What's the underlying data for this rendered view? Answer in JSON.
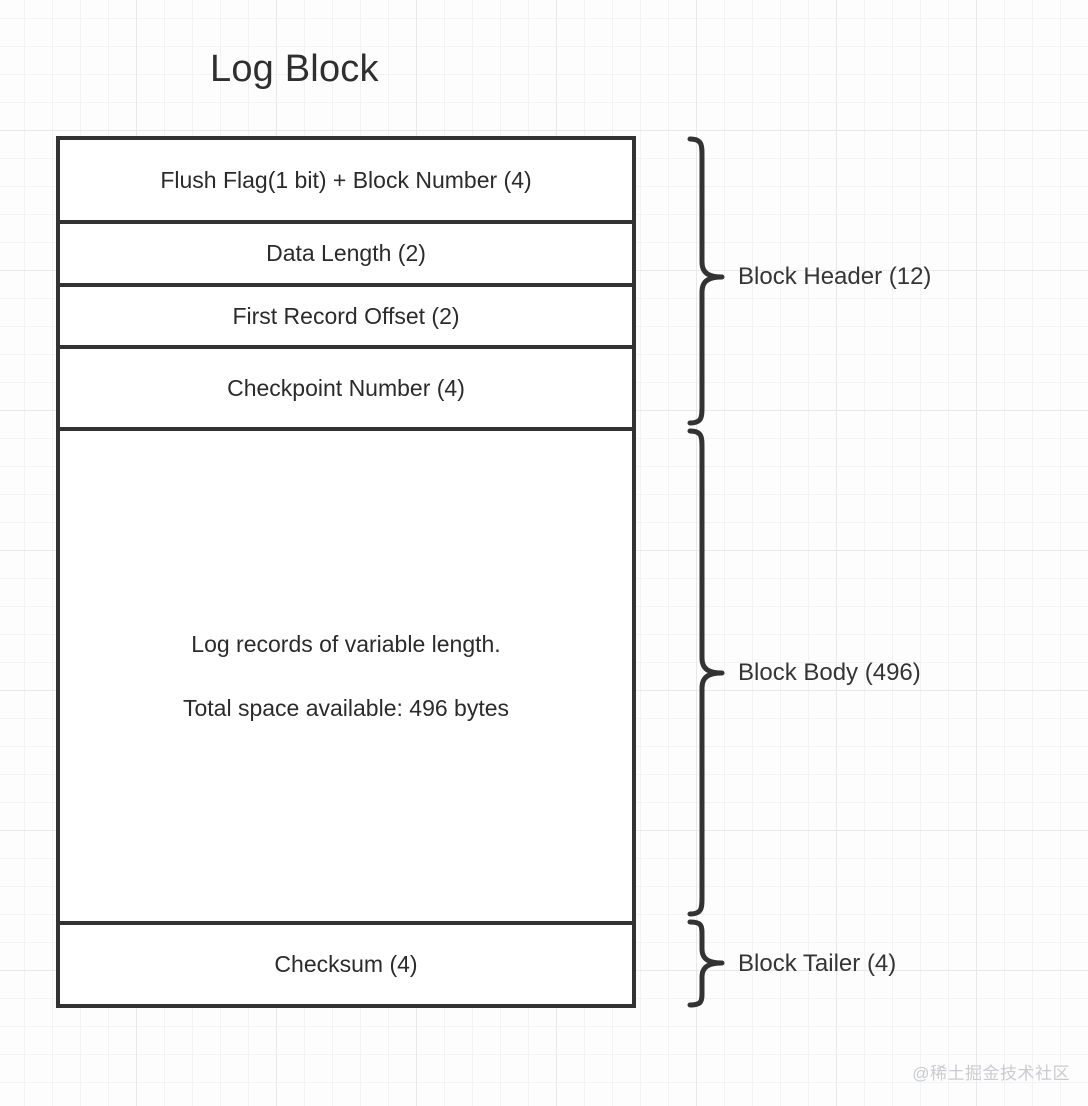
{
  "title": "Log Block",
  "block": {
    "rows": [
      {
        "id": "flush-flag",
        "label": "Flush Flag(1 bit) + Block Number (4)"
      },
      {
        "id": "data-length",
        "label": "Data Length (2)"
      },
      {
        "id": "first-record",
        "label": "First Record Offset (2)"
      },
      {
        "id": "checkpoint",
        "label": "Checkpoint Number (4)"
      },
      {
        "id": "checksum",
        "label": "Checksum (4)"
      }
    ],
    "body": {
      "line1": "Log records of variable length.",
      "line2": "Total space available: 496 bytes"
    }
  },
  "annotations": [
    {
      "id": "block-header",
      "label": "Block Header (12)"
    },
    {
      "id": "block-body",
      "label": "Block Body (496)"
    },
    {
      "id": "block-tailer",
      "label": "Block Tailer (4)"
    }
  ],
  "watermark": "@稀土掘金技术社区",
  "colors": {
    "stroke": "#333333",
    "text": "#2b2b2b",
    "grid_major": "#e9e9e9",
    "grid_minor": "#f3f3f3",
    "background": "#fdfdfd",
    "watermark": "#c9ccd0"
  }
}
